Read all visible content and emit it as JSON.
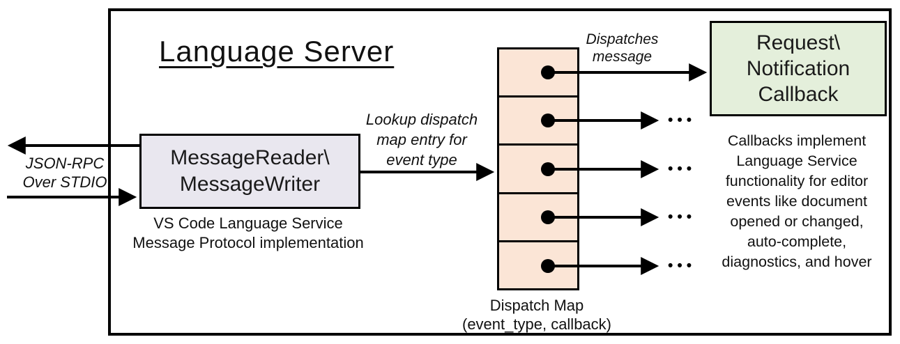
{
  "diagram": {
    "title": "Language Server",
    "stdio_label": {
      "line1": "JSON-RPC",
      "line2": "Over STDIO"
    },
    "message_box": {
      "line1": "MessageReader\\",
      "line2": "MessageWriter",
      "caption1": "VS Code Language Service",
      "caption2": "Message Protocol implementation"
    },
    "lookup_label": {
      "line1": "Lookup dispatch",
      "line2": "map entry for",
      "line3": "event type"
    },
    "dispatches_label": {
      "line1": "Dispatches",
      "line2": "message"
    },
    "callback_box": {
      "line1": "Request\\",
      "line2": "Notification",
      "line3": "Callback"
    },
    "dispatch_map": {
      "row_count": 5,
      "caption1": "Dispatch Map",
      "caption2": "(event_type, callback)"
    },
    "ellipsis": "•••",
    "note_lines": [
      "Callbacks implement",
      "Language Service",
      "functionality for editor",
      "events like document",
      "opened or changed,",
      "auto-complete,",
      "diagnostics, and hover"
    ],
    "colors": {
      "message_box_fill": "#E9E7EF",
      "dispatch_cell_fill": "#FBE5D6",
      "callback_box_fill": "#E4EFDB",
      "line_color": "#000000"
    }
  }
}
